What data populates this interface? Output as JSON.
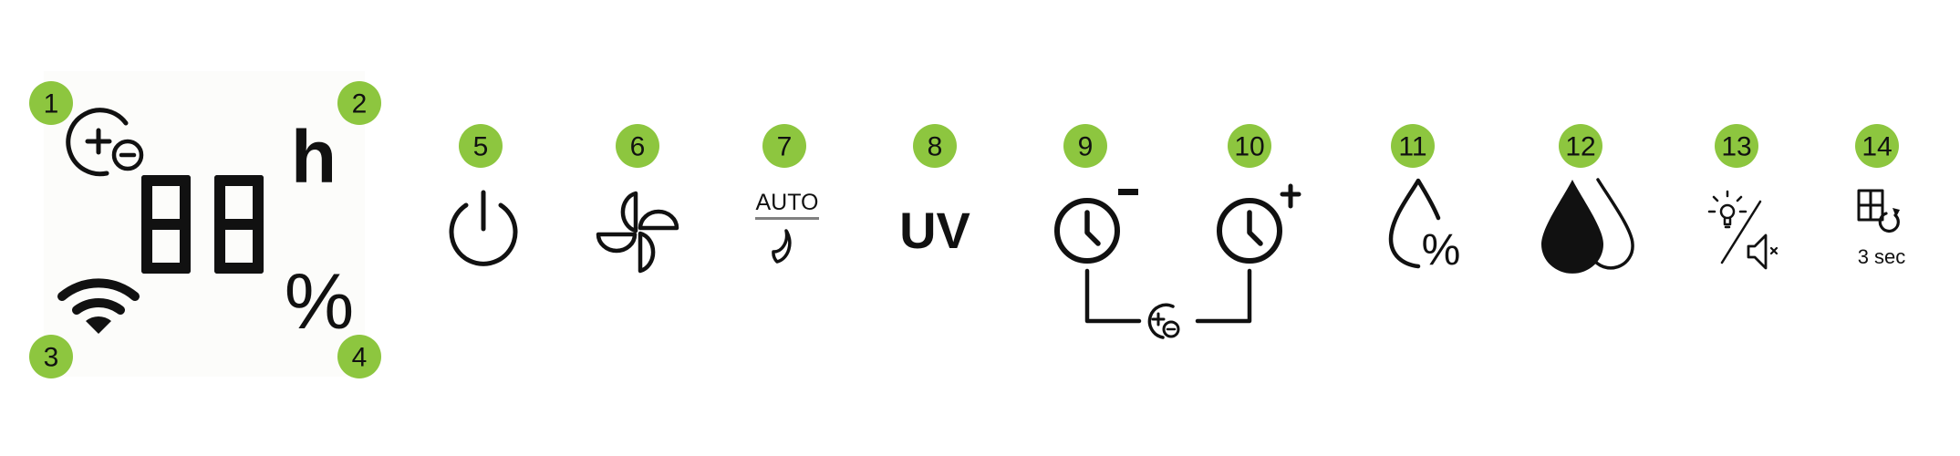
{
  "colors": {
    "badge": "#8dc63f",
    "ink": "#111111",
    "panel": "#fcfcfa",
    "divider": "#808080"
  },
  "display_panel": {
    "digits": "88",
    "unit_hours": "h",
    "unit_percent": "%",
    "badges": [
      "1",
      "2",
      "3",
      "4"
    ],
    "icons": [
      "plus-minus-icon",
      "wifi-icon"
    ]
  },
  "buttons": [
    {
      "number": "5",
      "icon": "power-icon"
    },
    {
      "number": "6",
      "icon": "fan-icon"
    },
    {
      "number": "7",
      "icon": "auto-sleep-icon",
      "label": "AUTO"
    },
    {
      "number": "8",
      "icon": "uv-icon",
      "label": "UV"
    },
    {
      "number": "9",
      "icon": "timer-minus-icon"
    },
    {
      "number": "10",
      "icon": "timer-plus-icon"
    },
    {
      "number": "11",
      "icon": "humidity-percent-icon",
      "label": "%"
    },
    {
      "number": "12",
      "icon": "water-drops-icon"
    },
    {
      "number": "13",
      "icon": "light-mute-icon"
    },
    {
      "number": "14",
      "icon": "filter-reset-icon",
      "label": "3 sec"
    }
  ]
}
